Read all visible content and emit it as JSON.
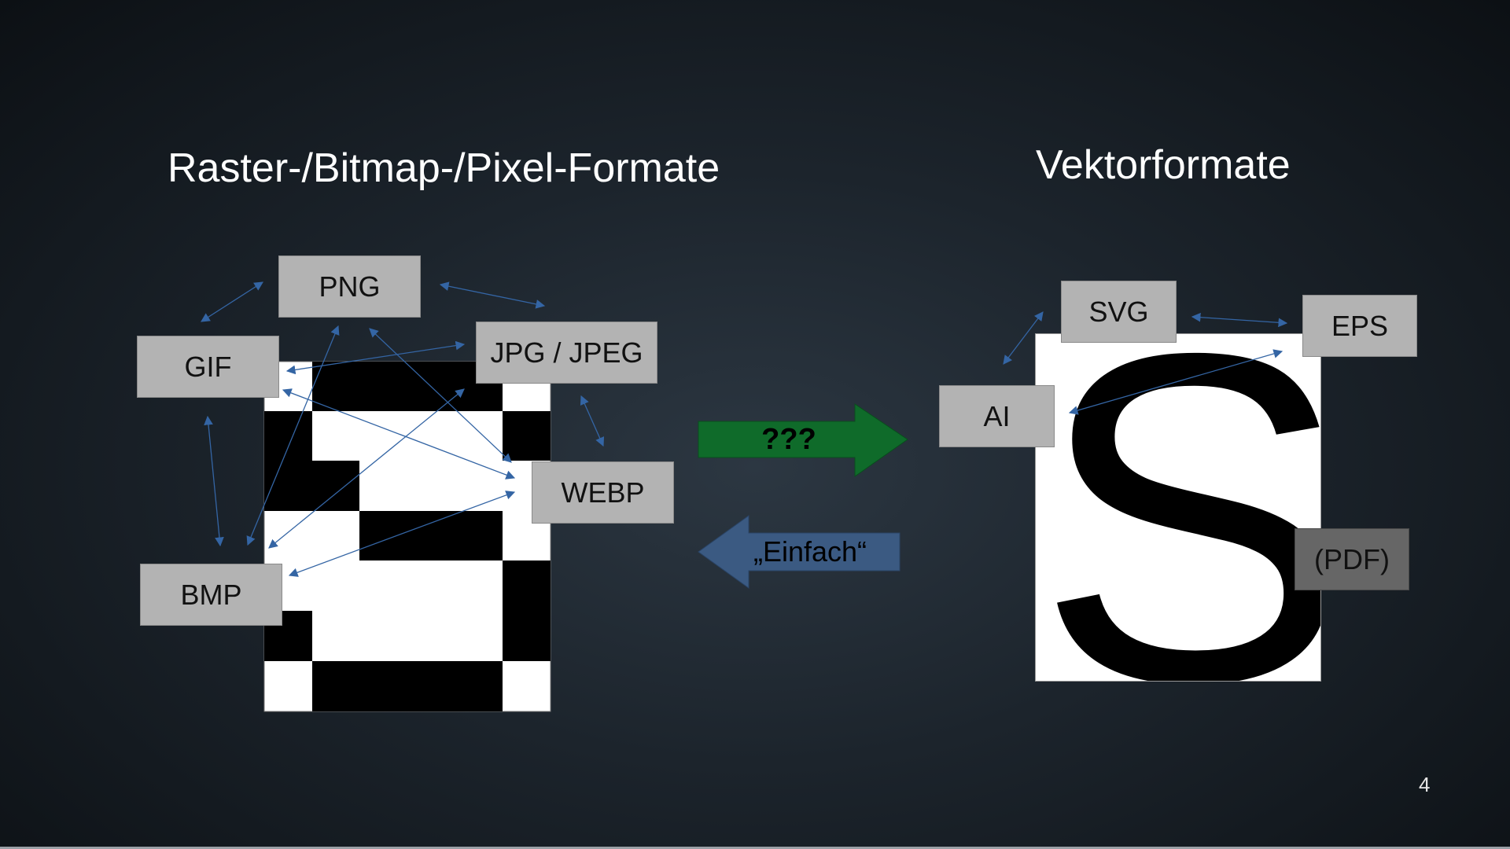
{
  "titles": {
    "raster": "Raster-/Bitmap-/Pixel-Formate",
    "vector": "Vektorformate"
  },
  "raster_formats": {
    "png": "PNG",
    "gif": "GIF",
    "jpg": "JPG / JPEG",
    "webp": "WEBP",
    "bmp": "BMP"
  },
  "vector_formats": {
    "svg": "SVG",
    "eps": "EPS",
    "ai": "AI",
    "pdf": "(PDF)"
  },
  "vector_letter": "S",
  "conversion": {
    "to_vector": "???",
    "to_raster": "„Einfach“"
  },
  "colors": {
    "to_vector_arrow": "#0f6b2a",
    "to_raster_arrow": "#3b5a82",
    "connector": "#3465a4",
    "box_fill": "#b3b3b3",
    "pdf_box_fill": "#666666"
  },
  "page_number": "4"
}
